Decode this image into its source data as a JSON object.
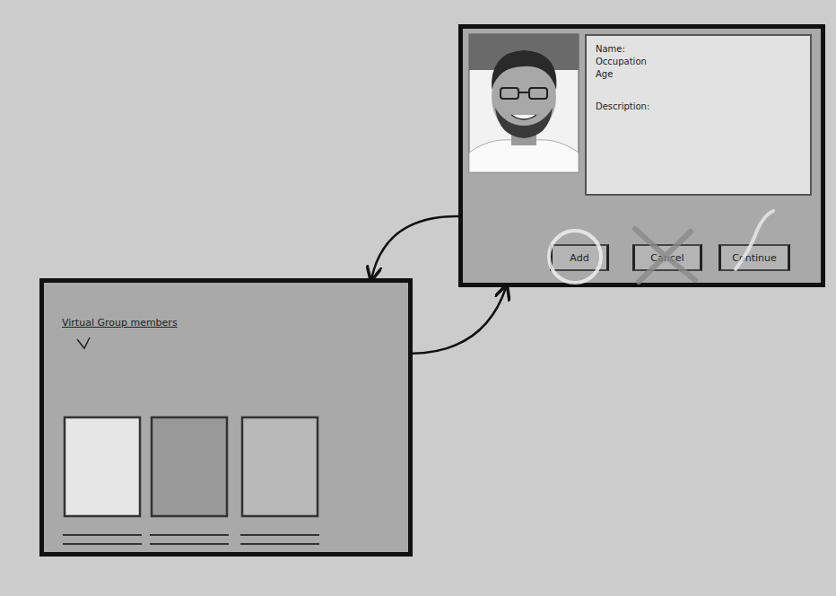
{
  "diagram": {
    "nodes": [
      {
        "text": [
          "Name:",
          "Occupation",
          "Age",
          "Description:"
        ]
      },
      {
        "text": [
          "Add"
        ],
        "in": 0
      },
      {
        "text": [
          "Cancel"
        ],
        "in": 0
      },
      {
        "text": [
          "Continue"
        ],
        "in": 0
      },
      {
        "text": [
          "Virtual Group members"
        ]
      }
    ],
    "edges": [
      {
        "from": 4,
        "to": 0,
        "arrow": "to"
      },
      {
        "from": 0,
        "to": 4,
        "arrow": "to"
      }
    ]
  }
}
